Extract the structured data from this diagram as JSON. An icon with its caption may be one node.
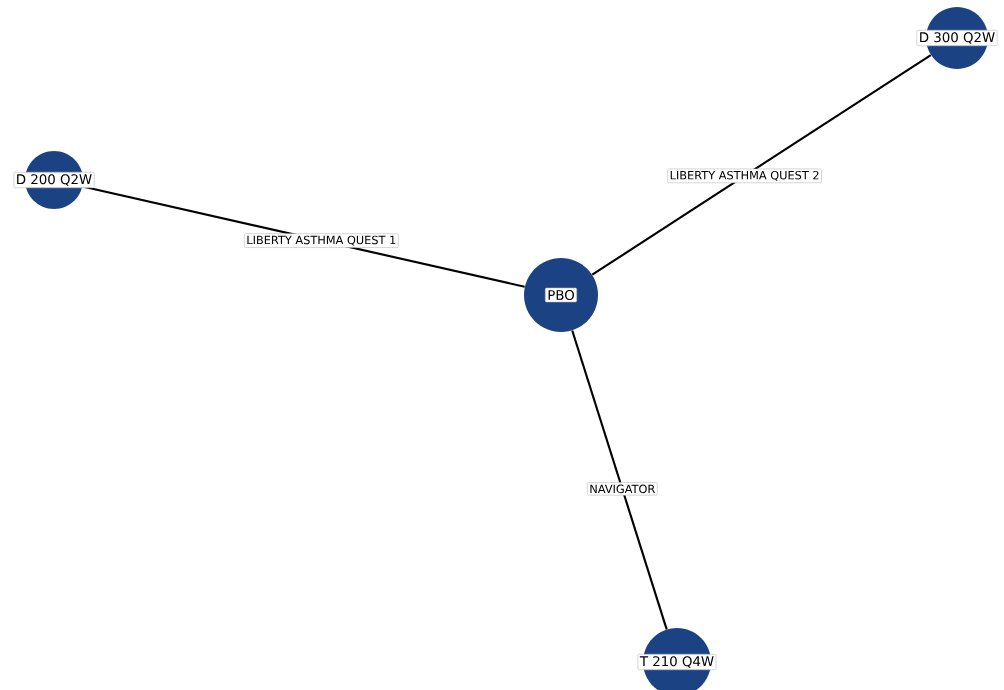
{
  "diagram": {
    "nodes": [
      {
        "text": [
          "D 300 Q2W"
        ]
      },
      {
        "text": [
          "D 200 Q2W"
        ]
      },
      {
        "text": [
          "PBO"
        ]
      },
      {
        "text": [
          "T 210 Q4W"
        ]
      }
    ],
    "edges": [
      {
        "from": 1,
        "to": 2,
        "arrow": "none",
        "label": "LIBERTY ASTHMA QUEST 1"
      },
      {
        "from": 2,
        "to": 0,
        "arrow": "none",
        "label": "LIBERTY ASTHMA QUEST 2"
      },
      {
        "from": 2,
        "to": 3,
        "arrow": "none",
        "label": "NAVIGATOR"
      }
    ]
  }
}
